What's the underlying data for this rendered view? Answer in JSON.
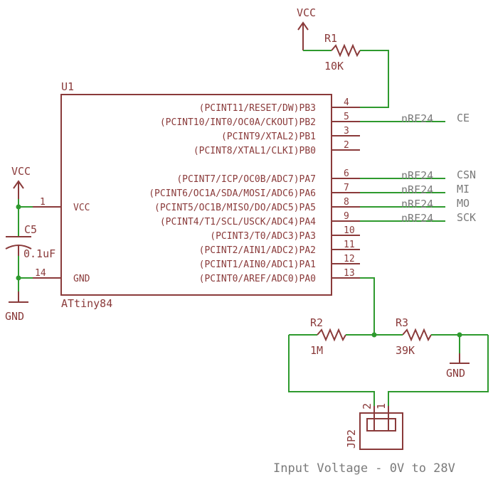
{
  "chip": {
    "ref": "U1",
    "part": "ATtiny84",
    "left_pins": [
      {
        "num": "1",
        "name": "VCC"
      },
      {
        "num": "14",
        "name": "GND"
      }
    ],
    "right_pins": [
      {
        "num": "4",
        "func": "(PCINT11/RESET/DW)PB3"
      },
      {
        "num": "5",
        "func": "(PCINT10/INT0/OC0A/CKOUT)PB2"
      },
      {
        "num": "3",
        "func": "(PCINT9/XTAL2)PB1"
      },
      {
        "num": "2",
        "func": "(PCINT8/XTAL1/CLKI)PB0"
      },
      {
        "num": "6",
        "func": "(PCINT7/ICP/OC0B/ADC7)PA7"
      },
      {
        "num": "7",
        "func": "(PCINT6/OC1A/SDA/MOSI/ADC6)PA6"
      },
      {
        "num": "8",
        "func": "(PCINT5/OC1B/MISO/DO/ADC5)PA5"
      },
      {
        "num": "9",
        "func": "(PCINT4/T1/SCL/USCK/ADC4)PA4"
      },
      {
        "num": "10",
        "func": "(PCINT3/T0/ADC3)PA3"
      },
      {
        "num": "11",
        "func": "(PCINT2/AIN1/ADC2)PA2"
      },
      {
        "num": "12",
        "func": "(PCINT1/AIN0/ADC1)PA1"
      },
      {
        "num": "13",
        "func": "(PCINT0/AREF/ADC0)PA0"
      }
    ]
  },
  "r1": {
    "ref": "R1",
    "value": "10K"
  },
  "r2": {
    "ref": "R2",
    "value": "1M"
  },
  "r3": {
    "ref": "R3",
    "value": "39K"
  },
  "c5": {
    "ref": "C5",
    "value": "0.1uF"
  },
  "jp2": {
    "ref": "JP2",
    "pin1": "1",
    "pin2": "2"
  },
  "power": {
    "vcc": "VCC",
    "gnd": "GND"
  },
  "nets": [
    {
      "prefix": "nRF24",
      "signal": "CE"
    },
    {
      "prefix": "nRF24",
      "signal": "CSN"
    },
    {
      "prefix": "nRF24",
      "signal": "MI"
    },
    {
      "prefix": "nRF24",
      "signal": "MO"
    },
    {
      "prefix": "nRF24",
      "signal": "SCK"
    }
  ],
  "caption": "Input Voltage - 0V to 28V"
}
